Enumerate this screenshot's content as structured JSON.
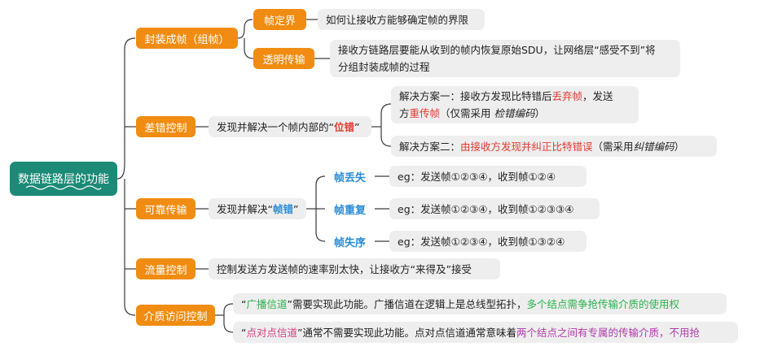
{
  "root": {
    "label": "数据链路层的功能"
  },
  "encapsulation": {
    "label": "封装成帧（组帧）",
    "frame_delimit": {
      "label": "帧定界",
      "desc": "如何让接收方能够确定帧的界限"
    },
    "transparent": {
      "label": "透明传输",
      "desc_line1": "接收方链路层要能从收到的帧内恢复原始SDU，让网络层“感受不到”将",
      "desc_line2": "分组封装成帧的过程"
    }
  },
  "error_control": {
    "label": "差错控制",
    "desc_prefix": "发现并解决一个帧内部的“",
    "desc_highlight": "位错",
    "desc_suffix": "”",
    "solution1": {
      "line1_prefix": "解决方案一：接收方发现比特错后",
      "line1_red": "丢弃帧",
      "line1_suffix": "，发送",
      "line2_prefix": "方",
      "line2_red": "重传帧",
      "line2_mid": "（仅需采用 ",
      "line2_italic": "检错编码",
      "line2_suffix": "）"
    },
    "solution2": {
      "prefix": "解决方案二：",
      "red": "由接收方发现并纠正比特错误",
      "mid": "（需采用 ",
      "italic": "纠错编码",
      "suffix": "）"
    }
  },
  "reliable": {
    "label": "可靠传输",
    "desc_prefix": "发现并解决“",
    "desc_highlight": "帧错",
    "desc_suffix": "”",
    "items": [
      {
        "label": "帧丢失",
        "example": "eg：发送帧①②③④，收到帧①②④"
      },
      {
        "label": "帧重复",
        "example": "eg：发送帧①②③④，收到帧①②③③④"
      },
      {
        "label": "帧失序",
        "example": "eg：发送帧①②③④，收到帧①③②④"
      }
    ]
  },
  "flow_control": {
    "label": "流量控制",
    "desc": "控制发送方发送帧的速率别太快，让接收方“来得及”接受"
  },
  "mac": {
    "label": "介质访问控制",
    "broadcast": {
      "q1": "“",
      "highlight": "广播信道",
      "q2": "”",
      "text": "需要实现此功能。广播信道在逻辑上是总线型拓扑，",
      "green": "多个结点需争抢传输介质的使用权"
    },
    "p2p": {
      "q1": "“",
      "highlight": "点对点信道",
      "q2": "”",
      "text": "通常不需要实现此功能。点对点信道通常意味着",
      "purple": "两个结点之间有专属的传输介质，不用抢"
    }
  },
  "colors": {
    "root": "#1b8a76",
    "branch": "#f08c12",
    "leaf_bg": "#eeeeef",
    "sub_label": "#2a8bd4",
    "red": "#e03a2f",
    "green": "#2bb24c",
    "pink": "#d93a7e",
    "purple": "#b03aa8"
  }
}
